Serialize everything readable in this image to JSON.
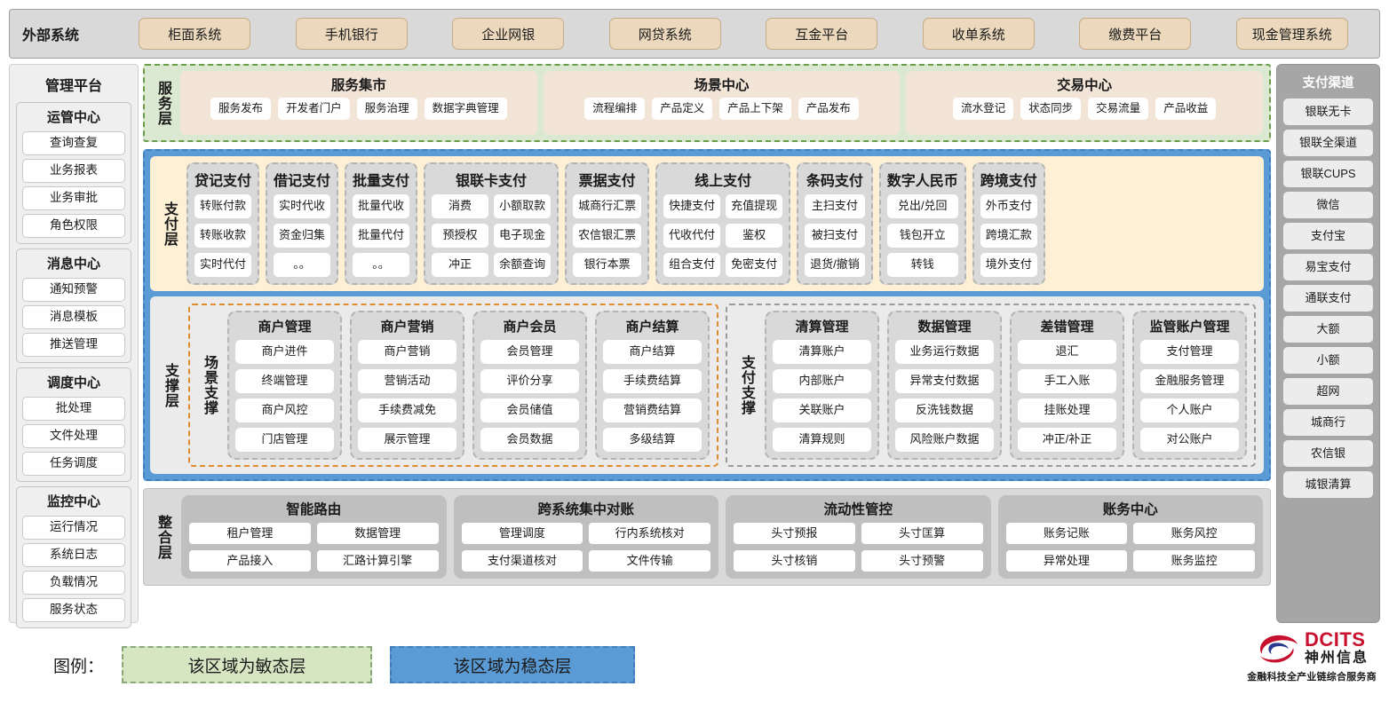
{
  "external": {
    "title": "外部系统",
    "items": [
      "柜面系统",
      "手机银行",
      "企业网银",
      "网贷系统",
      "互金平台",
      "收单系统",
      "缴费平台",
      "现金管理系统"
    ]
  },
  "left_rail": {
    "title": "管理平台",
    "groups": [
      {
        "title": "运管中心",
        "items": [
          "查询查复",
          "业务报表",
          "业务审批",
          "角色权限"
        ]
      },
      {
        "title": "消息中心",
        "items": [
          "通知预警",
          "消息模板",
          "推送管理"
        ]
      },
      {
        "title": "调度中心",
        "items": [
          "批处理",
          "文件处理",
          "任务调度"
        ]
      },
      {
        "title": "监控中心",
        "items": [
          "运行情况",
          "系统日志",
          "负载情况",
          "服务状态"
        ]
      }
    ]
  },
  "right_rail": {
    "title": "支付渠道",
    "items": [
      "银联无卡",
      "银联全渠道",
      "银联CUPS",
      "微信",
      "支付宝",
      "易宝支付",
      "通联支付",
      "大额",
      "小额",
      "超网",
      "城商行",
      "农信银",
      "城银清算"
    ]
  },
  "service_layer": {
    "label": "服务层",
    "cards": [
      {
        "title": "服务集市",
        "items": [
          "服务发布",
          "开发者门户",
          "服务治理",
          "数据字典管理"
        ]
      },
      {
        "title": "场景中心",
        "items": [
          "流程编排",
          "产品定义",
          "产品上下架",
          "产品发布"
        ]
      },
      {
        "title": "交易中心",
        "items": [
          "流水登记",
          "状态同步",
          "交易流量",
          "产品收益"
        ]
      }
    ]
  },
  "pay_layer": {
    "label": "支付层",
    "groups": [
      {
        "title": "贷记支付",
        "cols": 1,
        "items": [
          "转账付款",
          "转账收款",
          "实时代付"
        ]
      },
      {
        "title": "借记支付",
        "cols": 1,
        "items": [
          "实时代收",
          "资金归集",
          "。。"
        ]
      },
      {
        "title": "批量支付",
        "cols": 1,
        "items": [
          "批量代收",
          "批量代付",
          "。。"
        ]
      },
      {
        "title": "银联卡支付",
        "cols": 2,
        "items": [
          "消费",
          "小额取款",
          "预授权",
          "电子现金",
          "冲正",
          "余额查询"
        ]
      },
      {
        "title": "票据支付",
        "cols": 1,
        "items": [
          "城商行汇票",
          "农信银汇票",
          "银行本票"
        ]
      },
      {
        "title": "线上支付",
        "cols": 2,
        "items": [
          "快捷支付",
          "充值提现",
          "代收代付",
          "鉴权",
          "组合支付",
          "免密支付"
        ]
      },
      {
        "title": "条码支付",
        "cols": 1,
        "items": [
          "主扫支付",
          "被扫支付",
          "退货/撤销"
        ]
      },
      {
        "title": "数字人民币",
        "cols": 1,
        "items": [
          "兑出/兑回",
          "钱包开立",
          "转钱"
        ]
      },
      {
        "title": "跨境支付",
        "cols": 1,
        "items": [
          "外币支付",
          "跨境汇款",
          "境外支付"
        ]
      }
    ]
  },
  "support_layer": {
    "label": "支撑层",
    "zones": [
      {
        "label": "场景支撑",
        "style": "scene",
        "groups": [
          {
            "title": "商户管理",
            "items": [
              "商户进件",
              "终端管理",
              "商户风控",
              "门店管理"
            ]
          },
          {
            "title": "商户营销",
            "items": [
              "商户营销",
              "营销活动",
              "手续费减免",
              "展示管理"
            ]
          },
          {
            "title": "商户会员",
            "items": [
              "会员管理",
              "评价分享",
              "会员储值",
              "会员数据"
            ]
          },
          {
            "title": "商户结算",
            "items": [
              "商户结算",
              "手续费结算",
              "营销费结算",
              "多级结算"
            ]
          }
        ]
      },
      {
        "label": "支付支撑",
        "style": "paysup",
        "groups": [
          {
            "title": "清算管理",
            "items": [
              "清算账户",
              "内部账户",
              "关联账户",
              "清算规则"
            ]
          },
          {
            "title": "数据管理",
            "items": [
              "业务运行数据",
              "异常支付数据",
              "反洗钱数据",
              "风险账户数据"
            ]
          },
          {
            "title": "差错管理",
            "items": [
              "退汇",
              "手工入账",
              "挂账处理",
              "冲正/补正"
            ]
          },
          {
            "title": "监管账户管理",
            "items": [
              "支付管理",
              "金融服务管理",
              "个人账户",
              "对公账户"
            ]
          }
        ]
      }
    ]
  },
  "integration_layer": {
    "label": "整合层",
    "cards": [
      {
        "title": "智能路由",
        "items": [
          "租户管理",
          "数据管理",
          "产品接入",
          "汇路计算引擎"
        ]
      },
      {
        "title": "跨系统集中对账",
        "items": [
          "管理调度",
          "行内系统核对",
          "支付渠道核对",
          "文件传输"
        ]
      },
      {
        "title": "流动性管控",
        "items": [
          "头寸预报",
          "头寸匡算",
          "头寸核销",
          "头寸预警"
        ]
      },
      {
        "title": "账务中心",
        "items": [
          "账务记账",
          "账务风控",
          "异常处理",
          "账务监控"
        ]
      }
    ]
  },
  "legend": {
    "label": "图例：",
    "agile": "该区域为敏态层",
    "stable": "该区域为稳态层"
  },
  "logo": {
    "en": "DCITS",
    "cn": "神州信息",
    "tagline": "金融科技全产业链综合服务商"
  },
  "colors": {
    "agile_bg": "#dce9d2",
    "agile_border": "#6a9c4a",
    "stable_bg": "#5b9bd5",
    "pay_bg": "#fdf0d5",
    "external_chip": "#ecd9bd",
    "scene_border": "#e08b2c",
    "brand_red": "#c8102e"
  }
}
